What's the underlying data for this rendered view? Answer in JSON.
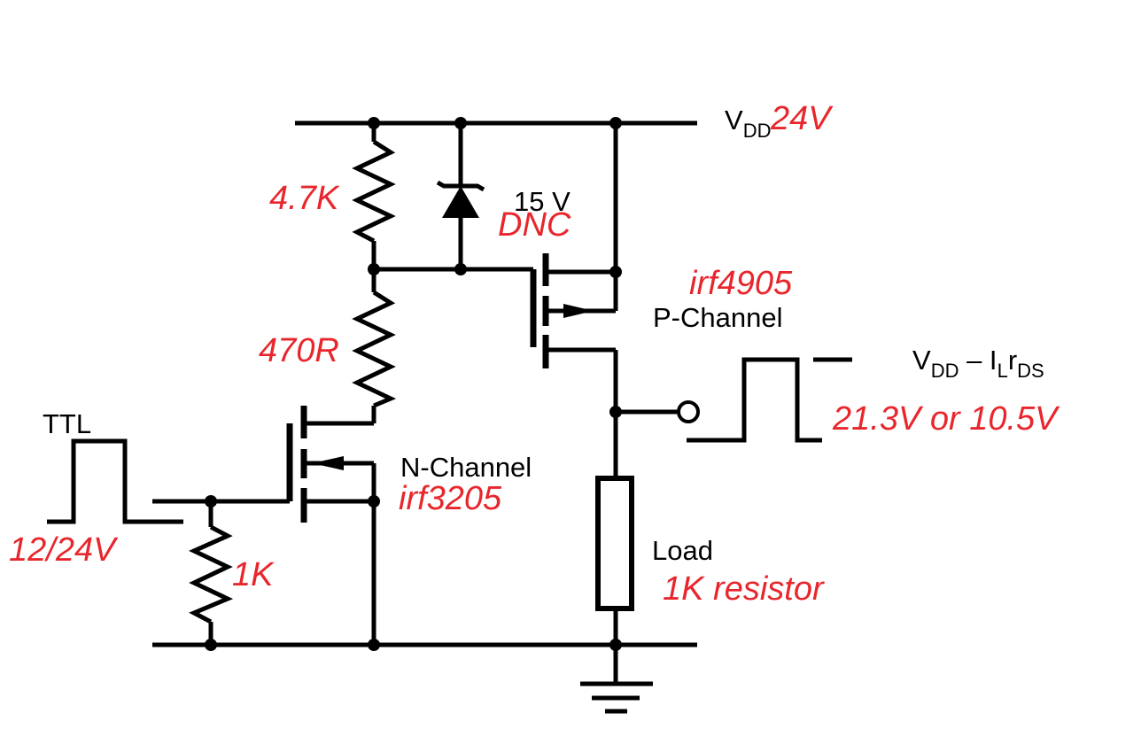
{
  "labels": {
    "vdd": "V",
    "vdd_sub": "DD",
    "vdd_value": "24V",
    "r_top": "4.7K",
    "zener": "15 V",
    "zener_note": "DNC",
    "pmos_part": "irf4905",
    "pmos_type": "P-Channel",
    "r_mid": "470R",
    "out_formula_v": "V",
    "out_formula_dd": "DD",
    "out_formula_minus": " – I",
    "out_formula_l": "L",
    "out_formula_r": "r",
    "out_formula_ds": "DS",
    "out_value": "21.3V or 10.5V",
    "ttl": "TTL",
    "nmos_type": "N-Channel",
    "nmos_part": "irf3205",
    "input_value": "12/24V",
    "r_bottom": "1K",
    "load": "Load",
    "load_value": "1K resistor"
  },
  "colors": {
    "annotation": "#e8262c",
    "wire": "#000000"
  }
}
